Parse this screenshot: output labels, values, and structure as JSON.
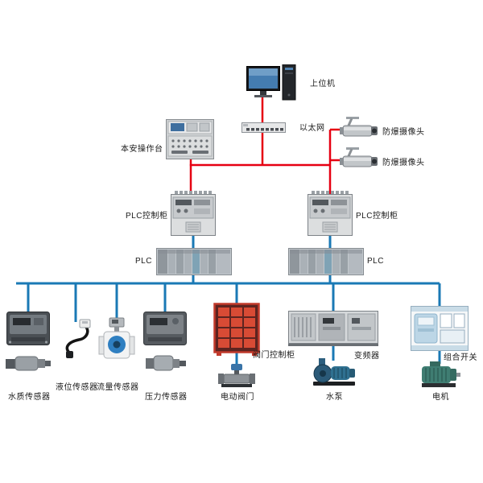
{
  "colors": {
    "line-red": "#e60012",
    "line-blue": "#1a79b5"
  },
  "nodes": {
    "host_computer": {
      "label": "上位机"
    },
    "ethernet": {
      "label": "以太网"
    },
    "camera_top": {
      "label": "防爆摄像头"
    },
    "camera_bottom": {
      "label": "防爆摄像头"
    },
    "console": {
      "label": "本安操作台"
    },
    "plc_cabinet_left": {
      "label": "PLC控制柜"
    },
    "plc_cabinet_right": {
      "label": "PLC控制柜"
    },
    "plc_left": {
      "label": "PLC"
    },
    "plc_right": {
      "label": "PLC"
    },
    "water_quality_sensor": {
      "label": "水质传感器"
    },
    "level_sensor": {
      "label": "液位传感器"
    },
    "flow_sensor": {
      "label": "流量传感器"
    },
    "pressure_sensor": {
      "label": "压力传感器"
    },
    "valve_control_cabinet": {
      "label": "阀门控制柜"
    },
    "electric_valve": {
      "label": "电动阀门"
    },
    "water_pump": {
      "label": "水泵"
    },
    "frequency_converter": {
      "label": "变频器"
    },
    "combination_switch": {
      "label": "组合开关"
    },
    "motor": {
      "label": "电机"
    }
  }
}
